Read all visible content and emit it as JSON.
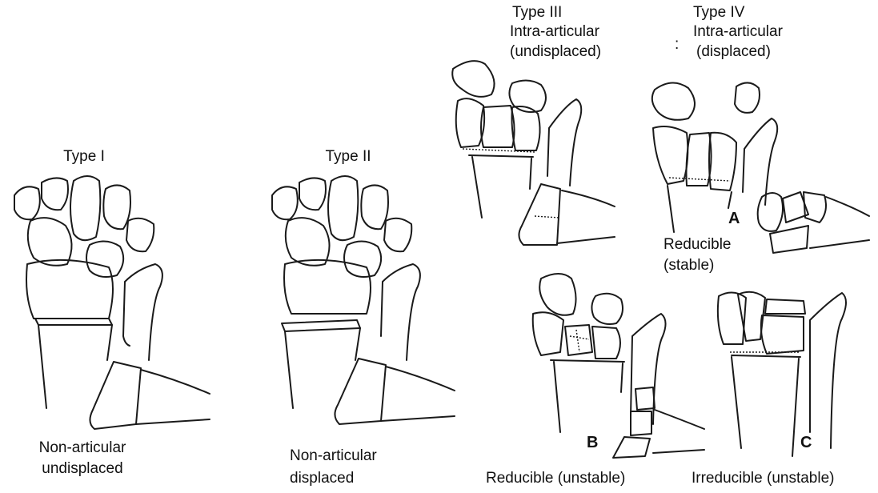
{
  "panels": {
    "type1": {
      "title": "Type I",
      "caption_line1": "Non-articular",
      "caption_line2": "undisplaced"
    },
    "type2": {
      "title": "Type II",
      "caption_line1": "Non-articular",
      "caption_line2": "displaced"
    },
    "type3": {
      "title": "Type III",
      "subtitle_line1": "Intra-articular",
      "subtitle_line2": "(undisplaced)"
    },
    "type4": {
      "title": "Type IV",
      "subtitle_line1": "Intra-articular",
      "subtitle_line2": "(displaced)",
      "marker": ":"
    },
    "subA": {
      "letter": "A",
      "caption_line1": "Reducible",
      "caption_line2": "(stable)"
    },
    "subB": {
      "letter": "B",
      "caption": "Reducible (unstable)"
    },
    "subC": {
      "letter": "C",
      "caption": "Irreducible (unstable)"
    }
  }
}
